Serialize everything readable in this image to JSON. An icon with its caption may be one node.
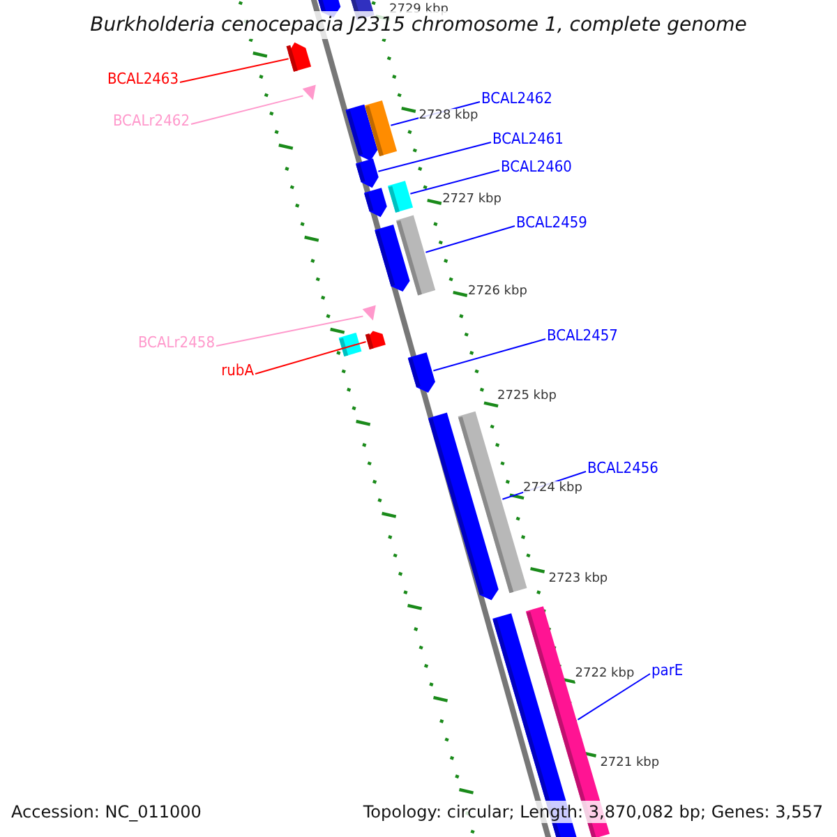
{
  "diagram": {
    "title": "Burkholderia cenocepacia J2315 chromosome 1, complete genome",
    "nodes": [
      {
        "text": [],
        "shape": "bar"
      },
      {
        "text": [],
        "shape": "bar"
      },
      {
        "text": [],
        "shape": "bar"
      },
      {
        "text": [],
        "shape": "triangle"
      },
      {
        "text": [],
        "shape": "bar"
      },
      {
        "text": [],
        "shape": "bar"
      },
      {
        "text": [],
        "shape": "bar"
      },
      {
        "text": [],
        "shape": "bar"
      },
      {
        "text": [],
        "shape": "bar"
      },
      {
        "text": [],
        "shape": "bar"
      },
      {
        "text": [],
        "shape": "bar"
      },
      {
        "text": [],
        "shape": "triangle"
      },
      {
        "text": [],
        "shape": "bar"
      },
      {
        "text": [],
        "shape": "bar"
      },
      {
        "text": [],
        "shape": "bar"
      },
      {
        "text": [],
        "shape": "bar"
      },
      {
        "text": [],
        "shape": "bar"
      },
      {
        "text": [],
        "shape": "bar"
      },
      {
        "text": [],
        "shape": "bar"
      },
      {
        "text": [
          "BCAL2463"
        ]
      },
      {
        "text": [
          "BCAL2462"
        ]
      },
      {
        "text": [
          "BCALr2462"
        ]
      },
      {
        "text": [
          "BCAL2461"
        ]
      },
      {
        "text": [
          "BCAL2460"
        ]
      },
      {
        "text": [
          "BCAL2459"
        ]
      },
      {
        "text": [
          "BCAL2457"
        ]
      },
      {
        "text": [
          "BCALr2458"
        ]
      },
      {
        "text": [
          "rubA"
        ]
      },
      {
        "text": [
          "BCAL2456"
        ]
      },
      {
        "text": [
          "parE"
        ]
      }
    ],
    "edges": [
      {
        "from": 19,
        "to": 2,
        "arrow": "none",
        "color": "#ff0000"
      },
      {
        "from": 20,
        "to": 5,
        "arrow": "none"
      },
      {
        "from": 21,
        "to": 3,
        "arrow": "none",
        "color": "#ff99cc"
      },
      {
        "from": 22,
        "to": 6,
        "arrow": "none"
      },
      {
        "from": 23,
        "to": 8,
        "arrow": "none"
      },
      {
        "from": 24,
        "to": 10,
        "arrow": "none"
      },
      {
        "from": 25,
        "to": 14,
        "arrow": "none"
      },
      {
        "from": 26,
        "to": 11,
        "arrow": "none",
        "color": "#ff99cc"
      },
      {
        "from": 27,
        "to": 13,
        "arrow": "none",
        "color": "#ff0000"
      },
      {
        "from": 28,
        "to": 16,
        "arrow": "none"
      },
      {
        "from": 29,
        "to": 18,
        "arrow": "none"
      }
    ],
    "labels": [
      "2729 kbp",
      "2728 kbp",
      "2727 kbp",
      "2726 kbp",
      "2725 kbp",
      "2724 kbp",
      "2723 kbp",
      "2722 kbp",
      "2721 kbp",
      "Accession: NC_011000",
      "Topology: circular; Length: 3,870,082 bp; Genes: 3,557"
    ]
  }
}
